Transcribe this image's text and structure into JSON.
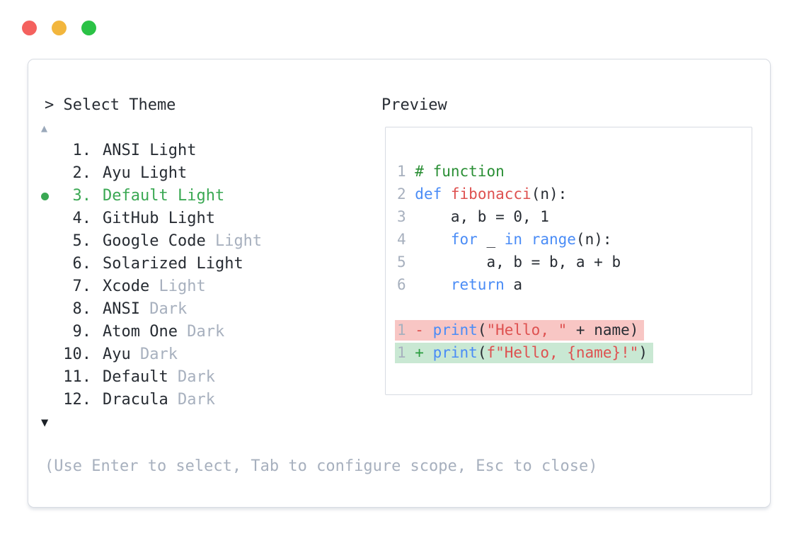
{
  "window": {
    "dots": [
      {
        "name": "close",
        "color": "#f4615e"
      },
      {
        "name": "minimize",
        "color": "#f2b63d"
      },
      {
        "name": "maximize",
        "color": "#2bc246"
      }
    ]
  },
  "prompt": {
    "title": "> Select Theme"
  },
  "theme_list": {
    "up_arrow": "▲",
    "down_arrow": "▼",
    "items": [
      {
        "num": "1.",
        "name": "ANSI",
        "variant": "Light",
        "muted": false,
        "selected": false
      },
      {
        "num": "2.",
        "name": "Ayu",
        "variant": "Light",
        "muted": false,
        "selected": false
      },
      {
        "num": "3.",
        "name": "Default",
        "variant": "Light",
        "muted": false,
        "selected": true
      },
      {
        "num": "4.",
        "name": "GitHub",
        "variant": "Light",
        "muted": false,
        "selected": false
      },
      {
        "num": "5.",
        "name": "Google Code",
        "variant": "Light",
        "muted": true,
        "selected": false
      },
      {
        "num": "6.",
        "name": "Solarized",
        "variant": "Light",
        "muted": false,
        "selected": false
      },
      {
        "num": "7.",
        "name": "Xcode",
        "variant": "Light",
        "muted": true,
        "selected": false
      },
      {
        "num": "8.",
        "name": "ANSI",
        "variant": "Dark",
        "muted": true,
        "selected": false
      },
      {
        "num": "9.",
        "name": "Atom One",
        "variant": "Dark",
        "muted": true,
        "selected": false
      },
      {
        "num": "10.",
        "name": "Ayu",
        "variant": "Dark",
        "muted": true,
        "selected": false
      },
      {
        "num": "11.",
        "name": "Default",
        "variant": "Dark",
        "muted": true,
        "selected": false
      },
      {
        "num": "12.",
        "name": "Dracula",
        "variant": "Dark",
        "muted": true,
        "selected": false
      }
    ]
  },
  "preview": {
    "label": "Preview",
    "code_lines": [
      {
        "num": "1",
        "tokens": [
          {
            "t": "# function",
            "c": "comment"
          }
        ]
      },
      {
        "num": "2",
        "tokens": [
          {
            "t": "def",
            "c": "kw"
          },
          {
            "t": " ",
            "c": "plain"
          },
          {
            "t": "fibonacci",
            "c": "fn"
          },
          {
            "t": "(n):",
            "c": "plain"
          }
        ]
      },
      {
        "num": "3",
        "tokens": [
          {
            "t": "    a, b = 0, 1",
            "c": "plain"
          }
        ]
      },
      {
        "num": "4",
        "tokens": [
          {
            "t": "    ",
            "c": "plain"
          },
          {
            "t": "for",
            "c": "kw"
          },
          {
            "t": " _ ",
            "c": "plain"
          },
          {
            "t": "in",
            "c": "kw"
          },
          {
            "t": " ",
            "c": "plain"
          },
          {
            "t": "range",
            "c": "kw"
          },
          {
            "t": "(n):",
            "c": "plain"
          }
        ]
      },
      {
        "num": "5",
        "tokens": [
          {
            "t": "        a, b = b, a + b",
            "c": "plain"
          }
        ]
      },
      {
        "num": "6",
        "tokens": [
          {
            "t": "    ",
            "c": "plain"
          },
          {
            "t": "return",
            "c": "kw"
          },
          {
            "t": " a",
            "c": "plain"
          }
        ]
      }
    ],
    "diff_lines": [
      {
        "num": "1",
        "kind": "del",
        "tokens": [
          {
            "t": "- ",
            "c": "del"
          },
          {
            "t": "print",
            "c": "kw"
          },
          {
            "t": "(",
            "c": "plain"
          },
          {
            "t": "\"Hello, \"",
            "c": "str"
          },
          {
            "t": " + name)",
            "c": "plain"
          }
        ]
      },
      {
        "num": "1",
        "kind": "add",
        "tokens": [
          {
            "t": "+ ",
            "c": "add"
          },
          {
            "t": "print",
            "c": "kw"
          },
          {
            "t": "(",
            "c": "plain"
          },
          {
            "t": "f\"Hello, {name}!\"",
            "c": "str"
          },
          {
            "t": ")",
            "c": "plain"
          }
        ]
      }
    ]
  },
  "help": {
    "text": "(Use Enter to select, Tab to configure scope, Esc to close)"
  },
  "colors": {
    "text_dark": "#272c33",
    "muted_gray": "#a7b0be",
    "accent_green": "#3aa853",
    "keyword_blue": "#4a8cf6",
    "string_red": "#de5150",
    "comment_green": "#2a8f35",
    "add_green": "#2a9d3f",
    "del_red": "#de5150",
    "diff_add_bg": "#c9e8d3",
    "diff_del_bg": "#f8c6c4",
    "border_gray": "#d7dbe2",
    "dot_red": "#f4615e",
    "dot_yellow": "#f2b63d",
    "dot_green": "#2bc246",
    "scroll_up_gray": "#9aa8ba",
    "scroll_down_dark": "#1c2127"
  }
}
